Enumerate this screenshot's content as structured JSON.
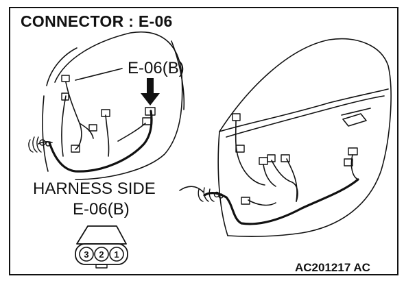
{
  "title": "CONNECTOR : E-06",
  "callout_label": "E-06(B)",
  "harness_side_line1": "HARNESS SIDE",
  "harness_side_line2": "E-06(B)",
  "connector_pins": [
    "3",
    "2",
    "1"
  ],
  "figure_code": "AC201217 AC"
}
